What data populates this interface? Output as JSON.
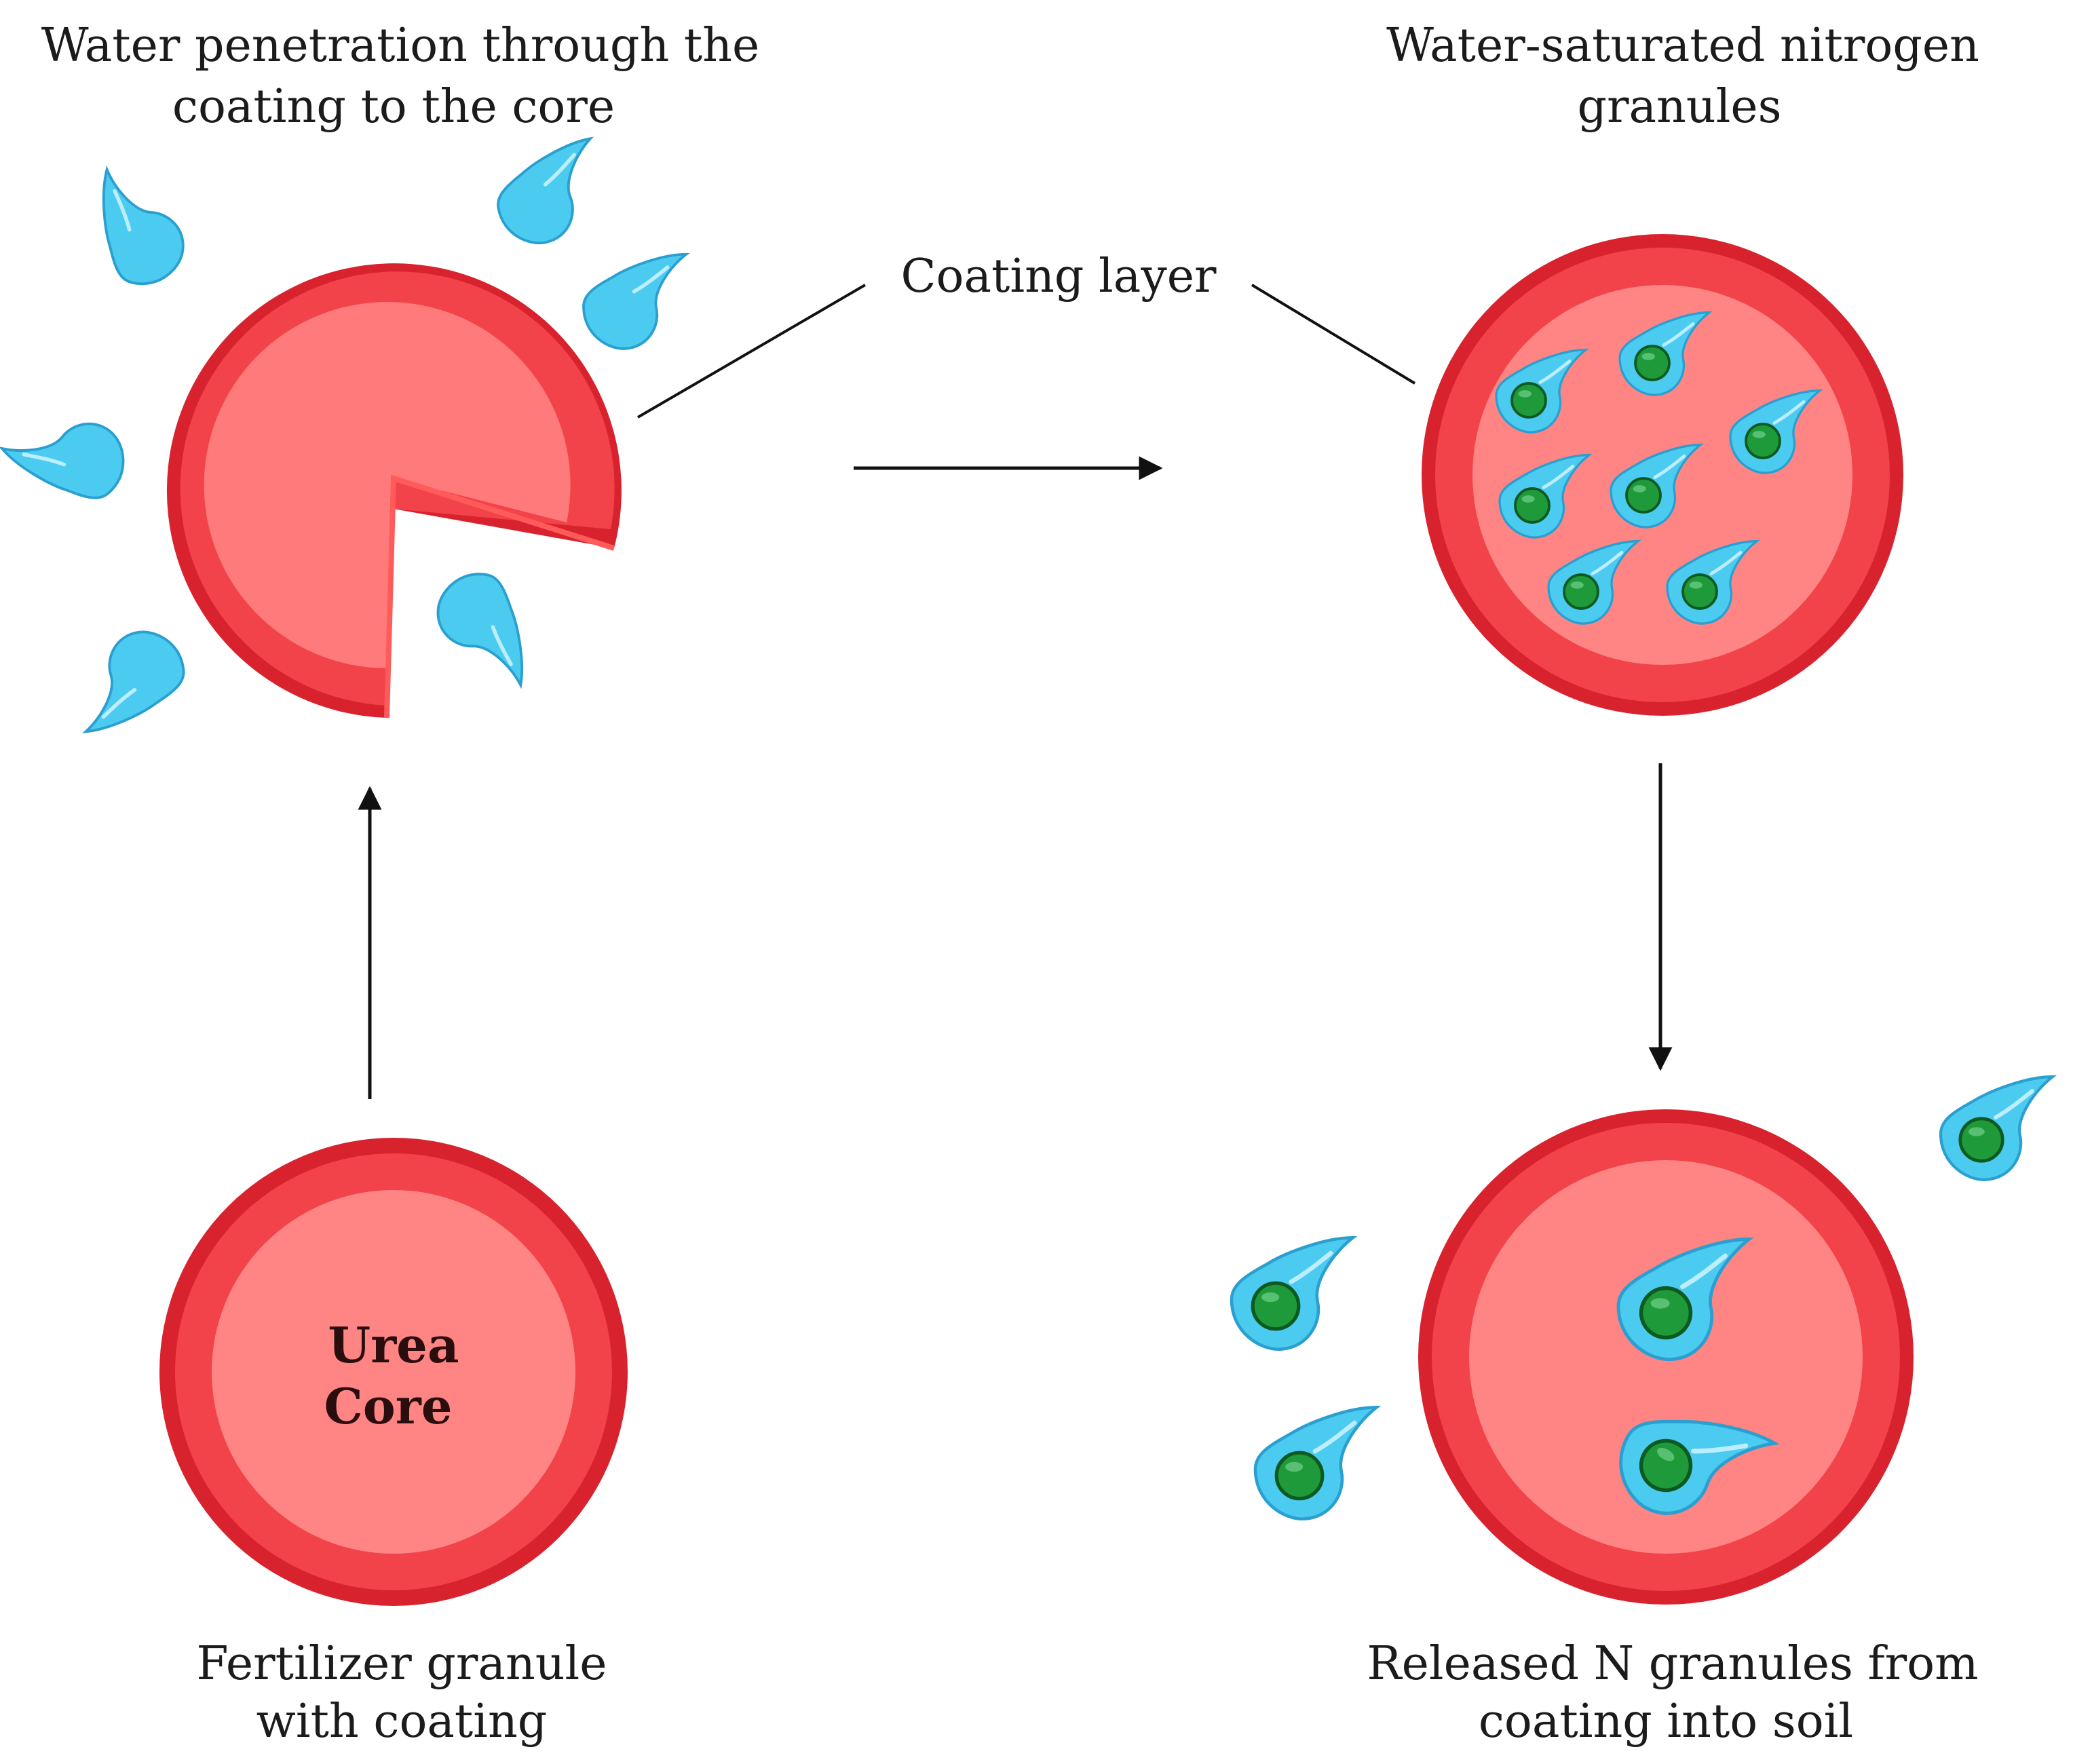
{
  "labels": {
    "top_left_line1": "Water penetration through the",
    "top_left_line2": "coating to the core",
    "top_right_line1": "Water-saturated nitrogen",
    "top_right_line2": "granules",
    "coating_layer": "Coating layer",
    "bottom_left_line1": "Fertilizer granule",
    "bottom_left_line2": "with coating",
    "bottom_right_line1": "Released N granules from",
    "bottom_right_line2": "coating into soil",
    "core_line1": "Urea",
    "core_line2": "Core"
  },
  "colors": {
    "coating_dark": "#d8232e",
    "coating_mid": "#f2424a",
    "core": "#ff8585",
    "water": "#4ccbf0",
    "water_outline": "#2a9fd0",
    "nitrogen": "#1f9a3a",
    "arrow": "#111111"
  },
  "icons": {
    "water_drop": "water-drop-icon",
    "nitrogen_granule": "nitrogen-granule-icon"
  }
}
